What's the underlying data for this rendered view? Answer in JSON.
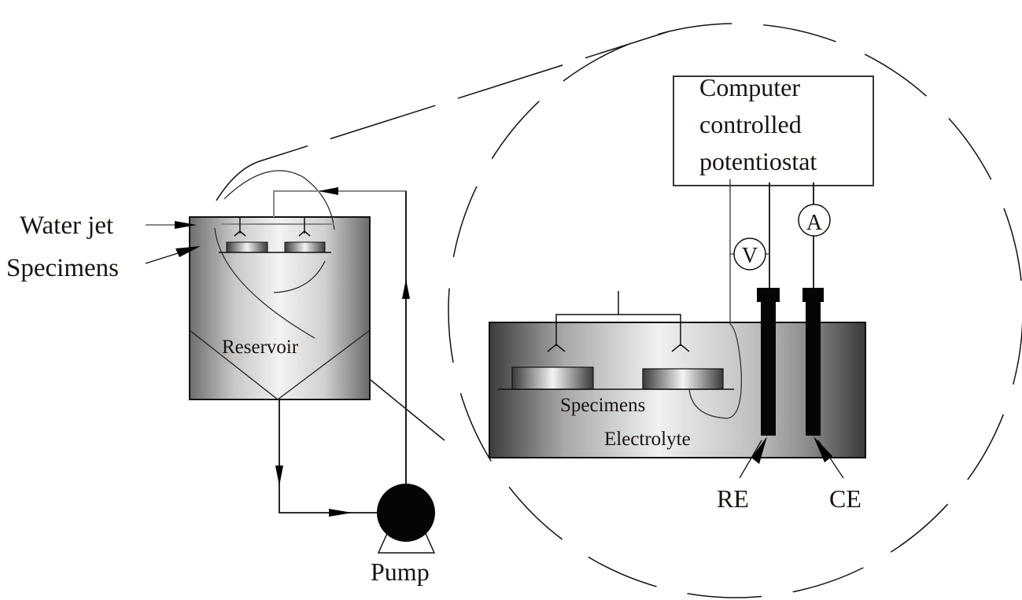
{
  "diagram": {
    "type": "experimental-setup-schematic",
    "left_apparatus": {
      "labels": {
        "water_jet": "Water jet",
        "specimens": "Specimens",
        "reservoir": "Reservoir",
        "pump": "Pump"
      }
    },
    "detail_view": {
      "labels": {
        "potentiostat": [
          "Computer",
          "controlled",
          "potentiostat"
        ],
        "voltmeter": "V",
        "ammeter": "A",
        "specimens": "Specimens",
        "electrolyte": "Electrolyte",
        "reference_electrode": "RE",
        "counter_electrode": "CE"
      }
    }
  }
}
